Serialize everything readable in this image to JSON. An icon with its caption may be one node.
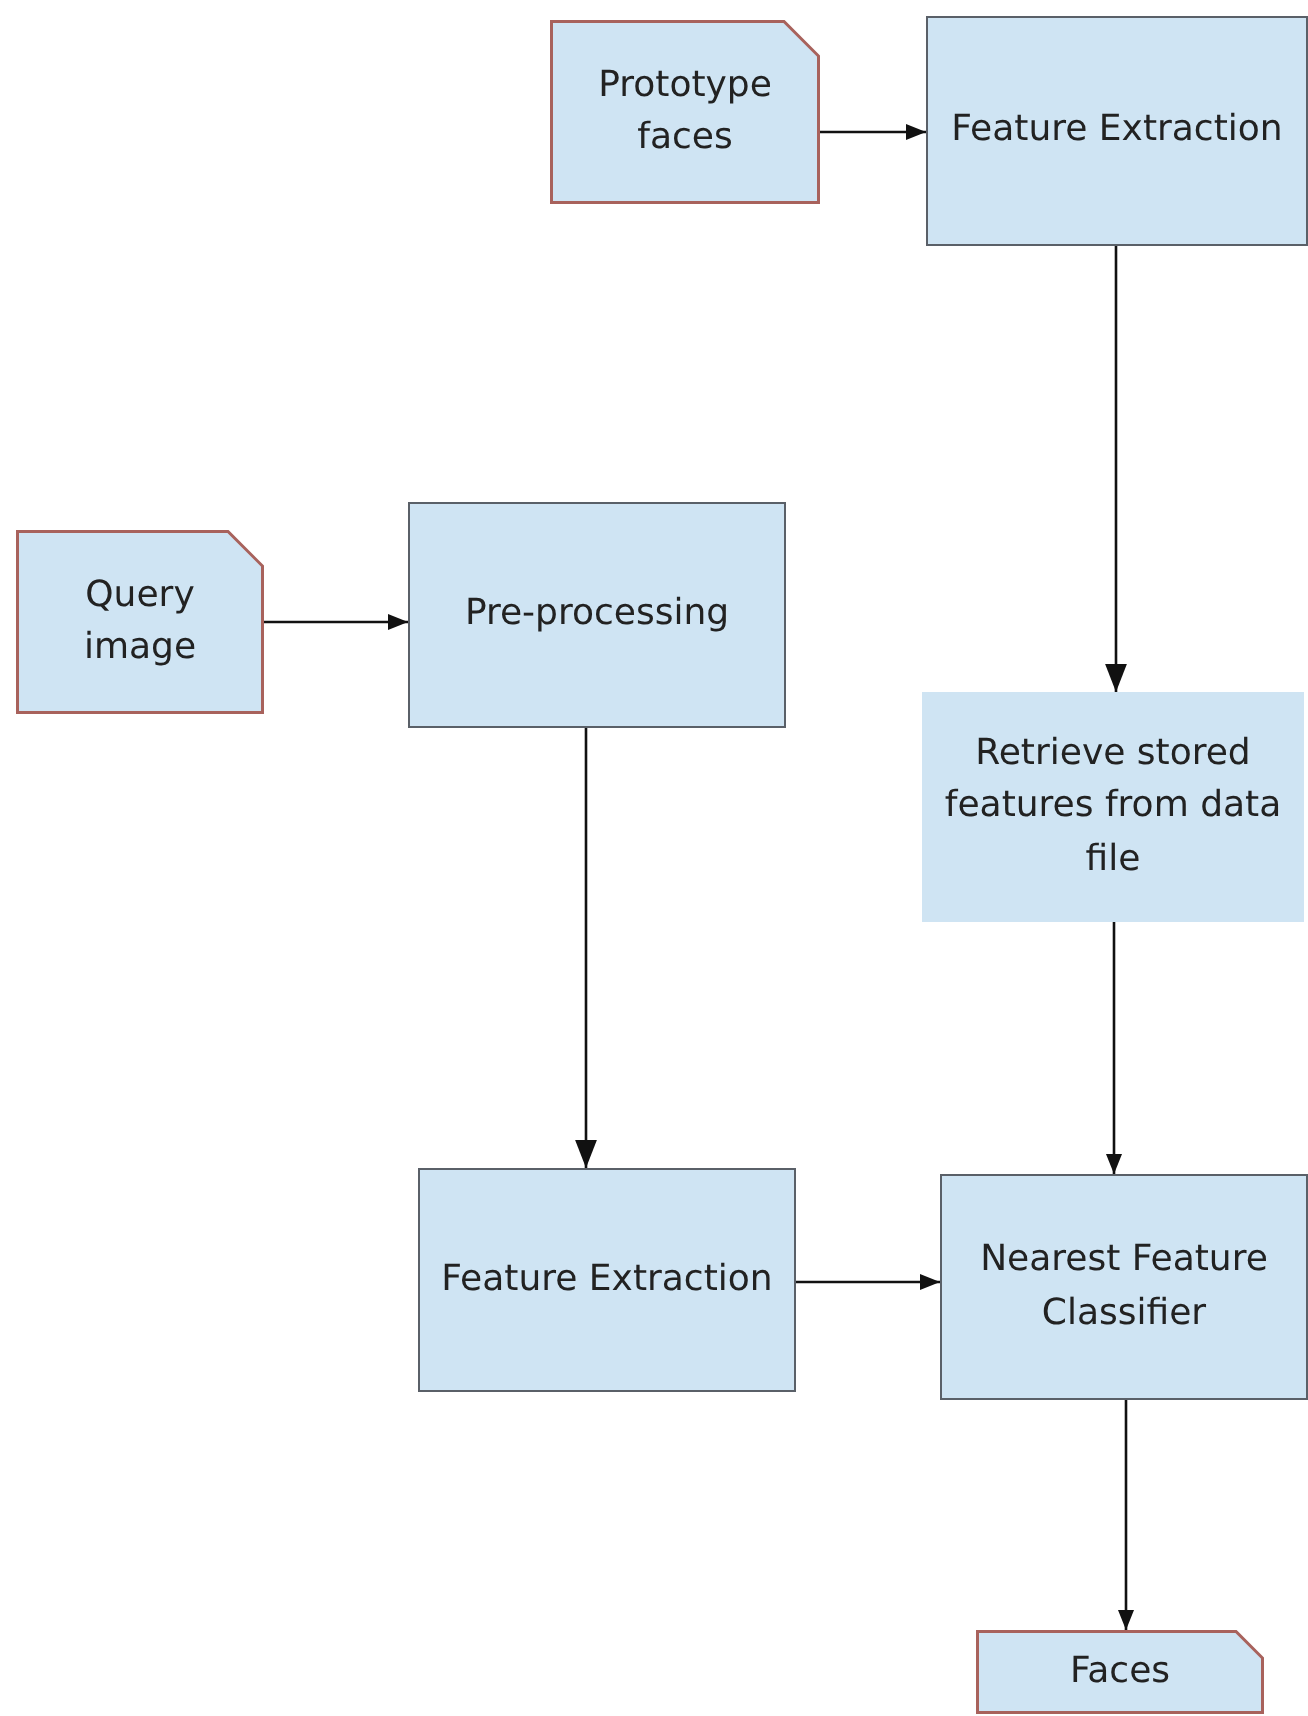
{
  "diagram": {
    "nodes": [
      {
        "text": [
          "Prototype faces"
        ]
      },
      {
        "text": [
          "Feature Extraction"
        ]
      },
      {
        "text": [
          "Query image"
        ]
      },
      {
        "text": [
          "Pre-processing"
        ]
      },
      {
        "text": [
          "Retrieve stored features from data file"
        ]
      },
      {
        "text": [
          "Feature Extraction"
        ]
      },
      {
        "text": [
          "Nearest Feature Classifier"
        ]
      },
      {
        "text": [
          "Faces"
        ]
      }
    ],
    "edges": [
      {
        "from": 0,
        "to": 1,
        "arrow": "to"
      },
      {
        "from": 2,
        "to": 3,
        "arrow": "to"
      },
      {
        "from": 1,
        "to": 4,
        "arrow": "to"
      },
      {
        "from": 3,
        "to": 5,
        "arrow": "to"
      },
      {
        "from": 4,
        "to": 6,
        "arrow": "to"
      },
      {
        "from": 5,
        "to": 6,
        "arrow": "to"
      },
      {
        "from": 6,
        "to": 7,
        "arrow": "to"
      }
    ]
  }
}
